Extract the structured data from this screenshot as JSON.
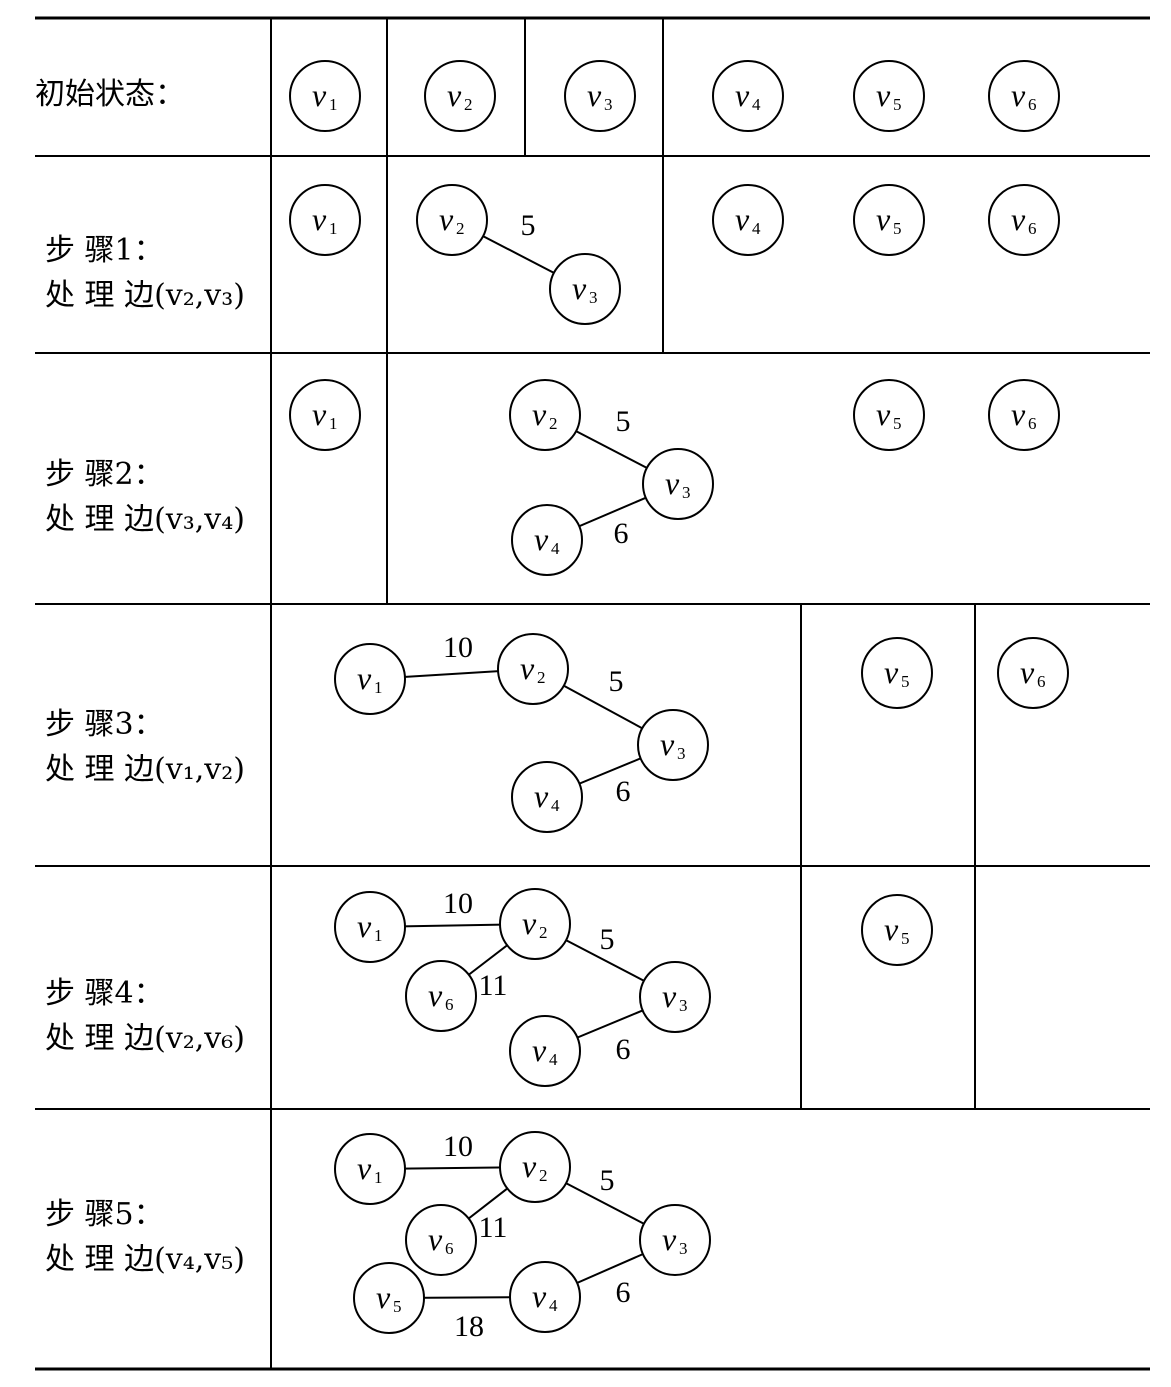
{
  "var_letter": "v",
  "steps": [
    {
      "label_lines": [
        "初始状态："
      ],
      "edges": []
    },
    {
      "label_lines": [
        "步 骤1：",
        "处 理 边(v₂,v₃)"
      ],
      "edges": [
        {
          "from": "2",
          "to": "3",
          "weight": "5"
        }
      ]
    },
    {
      "label_lines": [
        "步 骤2：",
        "处 理 边(v₃,v₄)"
      ],
      "edges": [
        {
          "from": "2",
          "to": "3",
          "weight": "5"
        },
        {
          "from": "4",
          "to": "3",
          "weight": "6"
        }
      ]
    },
    {
      "label_lines": [
        "步 骤3：",
        "处 理 边(v₁,v₂)"
      ],
      "edges": [
        {
          "from": "1",
          "to": "2",
          "weight": "10"
        },
        {
          "from": "2",
          "to": "3",
          "weight": "5"
        },
        {
          "from": "4",
          "to": "3",
          "weight": "6"
        }
      ]
    },
    {
      "label_lines": [
        "步 骤4：",
        "处 理 边(v₂,v₆)"
      ],
      "edges": [
        {
          "from": "1",
          "to": "2",
          "weight": "10"
        },
        {
          "from": "2",
          "to": "3",
          "weight": "5"
        },
        {
          "from": "6",
          "to": "2",
          "weight": "11"
        },
        {
          "from": "4",
          "to": "3",
          "weight": "6"
        }
      ]
    },
    {
      "label_lines": [
        "步 骤5：",
        "处 理 边(v₄,v₅)"
      ],
      "edges": [
        {
          "from": "1",
          "to": "2",
          "weight": "10"
        },
        {
          "from": "2",
          "to": "3",
          "weight": "5"
        },
        {
          "from": "6",
          "to": "2",
          "weight": "11"
        },
        {
          "from": "4",
          "to": "3",
          "weight": "6"
        },
        {
          "from": "5",
          "to": "4",
          "weight": "18"
        }
      ]
    }
  ]
}
